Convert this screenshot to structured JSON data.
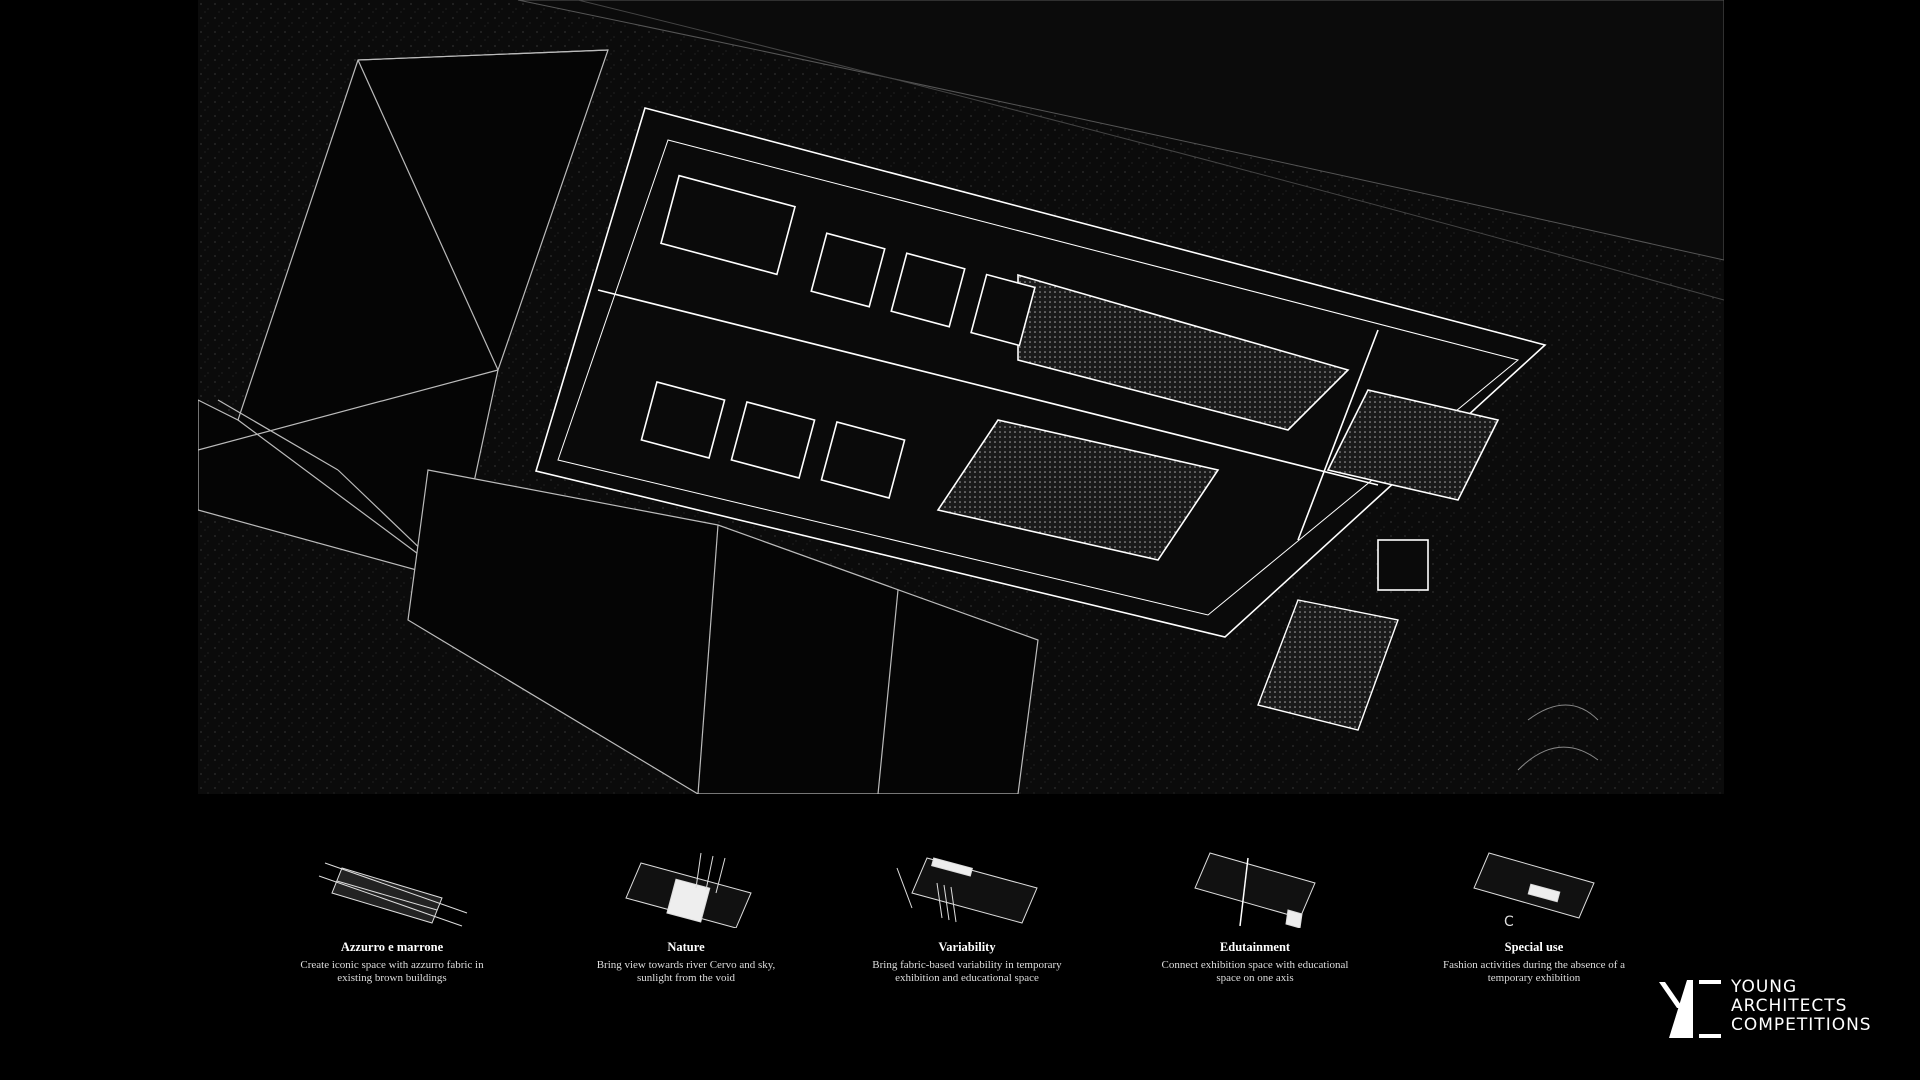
{
  "concepts": [
    {
      "title": "Azzurro e marrone",
      "description_lines": [
        "Create iconic space with azzurro fabric in",
        "existing brown buildings"
      ]
    },
    {
      "title": "Nature",
      "description_lines": [
        "Bring view towards river Cervo and sky,",
        "sunlight from the void"
      ]
    },
    {
      "title": "Variability",
      "description_lines": [
        "Bring fabric-based variability in temporary",
        "exhibition and educational space"
      ]
    },
    {
      "title": "Edutainment",
      "description_lines": [
        "Connect exhibition space with educational",
        "space on one axis"
      ]
    },
    {
      "title": "Special use",
      "description_lines": [
        "Fashion activities during the absence of a",
        "temporary exhibition"
      ]
    }
  ],
  "logo": {
    "lines": [
      "YOUNG",
      "ARCHITECTS",
      "COMPETITIONS"
    ]
  },
  "colors": {
    "background": "#000000",
    "drawing_bg": "#0b0b0b",
    "line": "#ffffff"
  }
}
